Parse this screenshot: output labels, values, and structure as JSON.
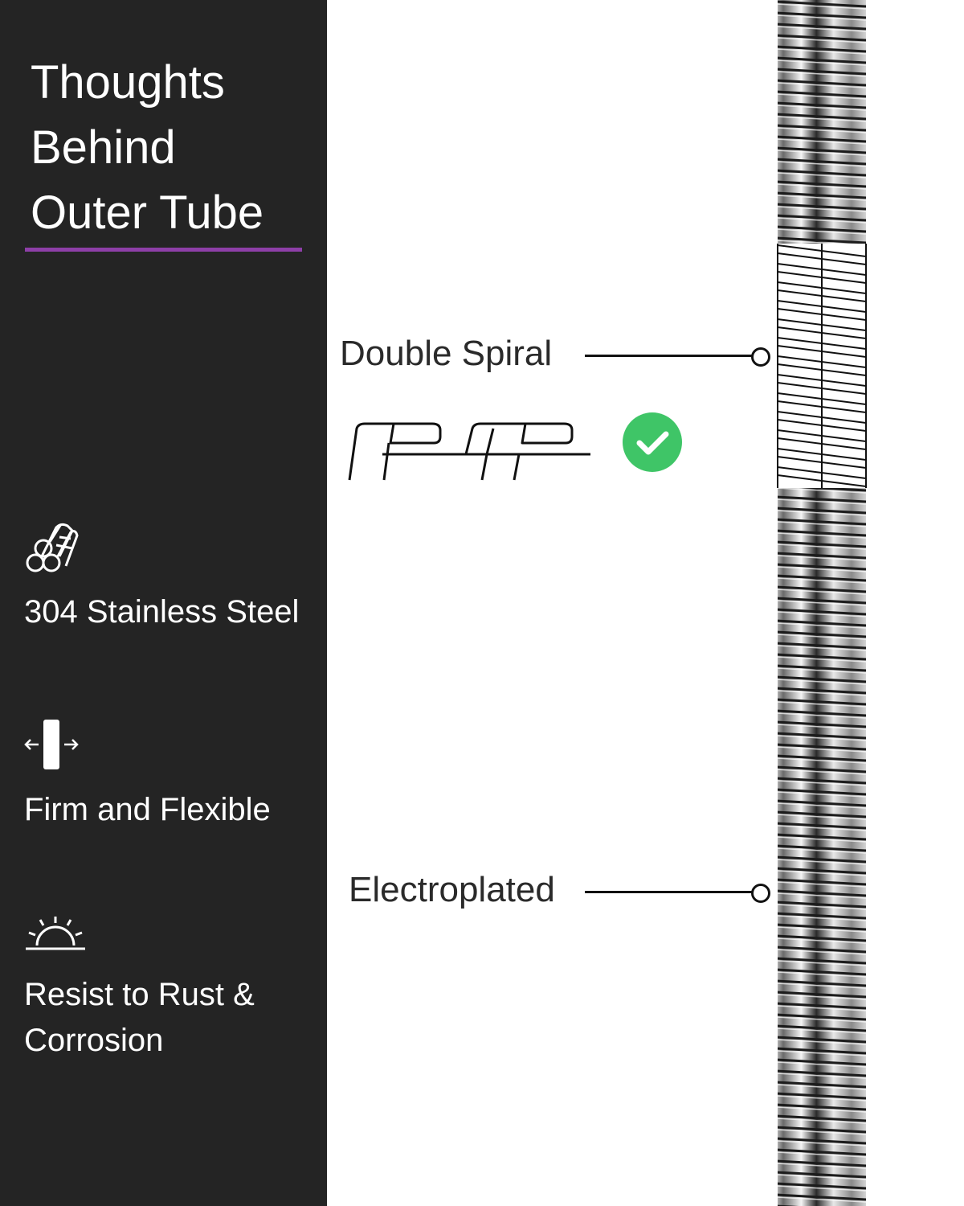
{
  "sidebar": {
    "title_lines": [
      "Thoughts",
      "Behind",
      "Outer Tube"
    ],
    "accent_color": "#8e3fa8",
    "features": [
      {
        "icon": "steel-rods-icon",
        "label": "304 Stainless Steel"
      },
      {
        "icon": "flex-arrows-icon",
        "label": "Firm and Flexible"
      },
      {
        "icon": "sunrise-icon",
        "label_lines": [
          "Resist to Rust &",
          "Corrosion"
        ]
      }
    ]
  },
  "main": {
    "callouts": [
      {
        "label": "Double Spiral"
      },
      {
        "label": "Electroplated"
      }
    ],
    "check_color": "#3fc567",
    "check_icon": "check-icon",
    "profile_diagram": "double-spiral-profile-icon",
    "hose_image": "steel-hose-icon"
  }
}
